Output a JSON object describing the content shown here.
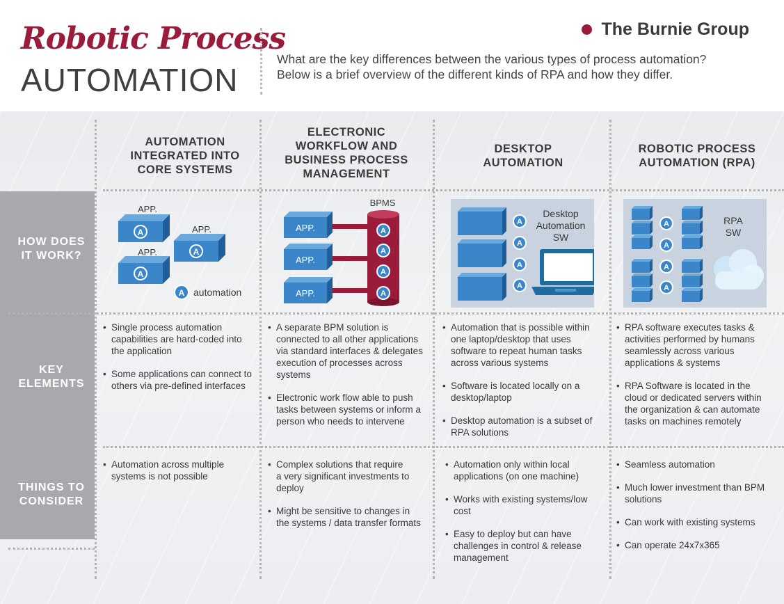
{
  "header": {
    "title_line1": "Robotic Process",
    "title_line2": "AUTOMATION",
    "brand_name": "The Burnie Group",
    "intro_line1": "What are the key differences between the various types of process automation?",
    "intro_line2": "Below is a brief overview of the different kinds of RPA and how they differ."
  },
  "row_labels": {
    "how": [
      "HOW DOES",
      "IT WORK?"
    ],
    "key": [
      "KEY",
      "ELEMENTS"
    ],
    "things": [
      "THINGS TO",
      "CONSIDER"
    ]
  },
  "columns": [
    {
      "heading": [
        "AUTOMATION",
        "INTEGRATED INTO",
        "CORE SYSTEMS"
      ],
      "diagram": {
        "app_label": "APP.",
        "badge": "A",
        "legend_label": "automation"
      },
      "key_elements": [
        [
          "Single process automation",
          "capabilities are hard-coded into",
          "the application"
        ],
        [
          "Some applications can connect to",
          "others via pre-defined interfaces"
        ]
      ],
      "things": [
        [
          "Automation across multiple",
          "systems is not possible"
        ]
      ]
    },
    {
      "heading": [
        "ELECTRONIC",
        "WORKFLOW AND",
        "BUSINESS PROCESS",
        "MANAGEMENT"
      ],
      "diagram": {
        "app_label": "APP.",
        "badge": "A",
        "bpms_label": "BPMS"
      },
      "key_elements": [
        [
          "A separate BPM solution is",
          "connected to all other applications",
          "via standard interfaces & delegates",
          "execution of processes across",
          "systems"
        ],
        [
          "Electronic work flow able to push",
          "tasks between systems or inform a",
          "person who needs to intervene"
        ]
      ],
      "things": [
        [
          "Complex solutions that require",
          "a very significant investments to",
          "deploy"
        ],
        [
          "Might be sensitive to changes in",
          "the systems / data transfer formats"
        ]
      ]
    },
    {
      "heading": [
        "DESKTOP",
        "AUTOMATION"
      ],
      "diagram": {
        "badge": "A",
        "sw_label": [
          "Desktop",
          "Automation",
          "SW"
        ]
      },
      "key_elements": [
        [
          "Automation that is possible within",
          "one laptop/desktop that uses",
          "software to repeat human tasks",
          "across various systems"
        ],
        [
          "Software is located locally on a",
          "desktop/laptop"
        ],
        [
          "Desktop automation is a subset of",
          "RPA solutions"
        ]
      ],
      "things": [
        [
          "Automation only within local",
          "applications (on one machine)"
        ],
        [
          "Works with existing systems/low",
          "cost"
        ],
        [
          "Easy to deploy but can have",
          "challenges in control & release",
          "management"
        ]
      ]
    },
    {
      "heading": [
        "ROBOTIC PROCESS",
        "AUTOMATION (RPA)"
      ],
      "diagram": {
        "badge": "A",
        "sw_label": [
          "RPA",
          "SW"
        ]
      },
      "key_elements": [
        [
          "RPA software executes tasks &",
          "activities performed by humans",
          "seamlessly across various",
          "applications & systems"
        ],
        [
          "RPA Software is located in the",
          "cloud or dedicated servers within",
          "the organization & can automate",
          "tasks on machines remotely"
        ]
      ],
      "things": [
        [
          "Seamless automation"
        ],
        [
          "Much lower investment than BPM",
          "solutions"
        ],
        [
          "Can work with existing systems"
        ],
        [
          "Can operate 24x7x365"
        ]
      ]
    }
  ],
  "colors": {
    "brand": "#9b1b3a",
    "box_blue": "#3a86c9",
    "label_gray": "#a7a9ac"
  }
}
